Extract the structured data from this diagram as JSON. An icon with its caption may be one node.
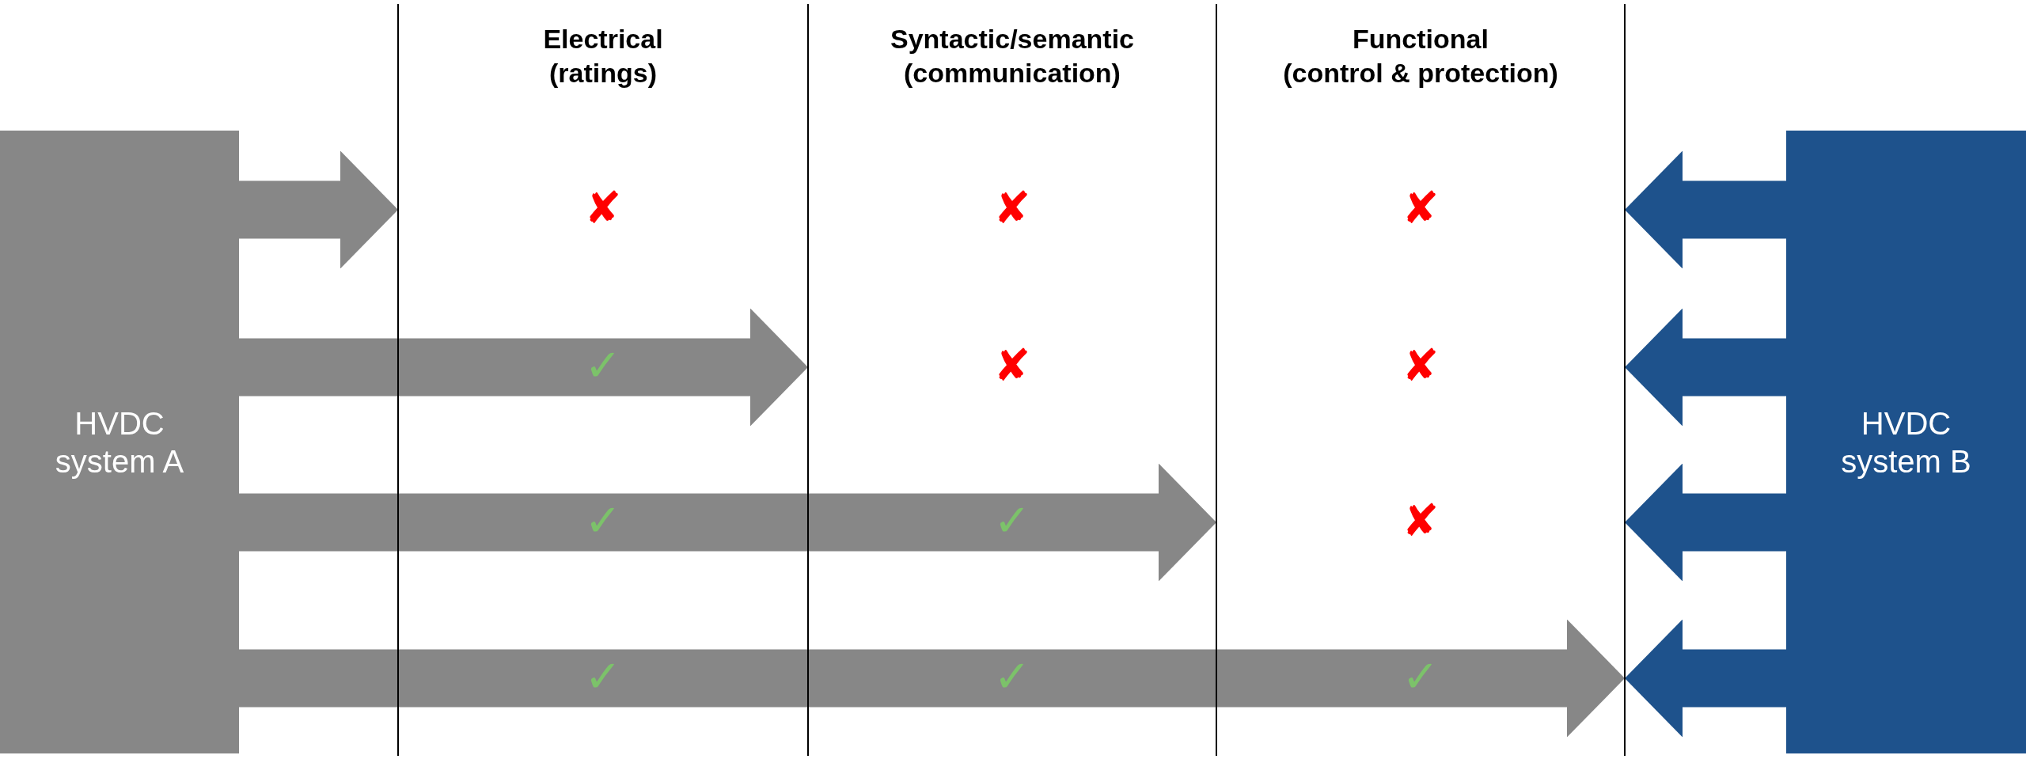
{
  "diagram": {
    "nodes": [
      {
        "text": [
          "HVDC system A"
        ]
      },
      {
        "text": [
          "HVDC system B"
        ]
      },
      {
        "text": [],
        "shape": "line"
      },
      {
        "text": [],
        "shape": "line"
      },
      {
        "text": [],
        "shape": "line"
      },
      {
        "text": [],
        "shape": "line"
      }
    ],
    "edges": [
      {
        "from": 0,
        "to": 2,
        "arrow": "to",
        "color": "#878787"
      },
      {
        "from": 0,
        "to": 3,
        "arrow": "to",
        "color": "#878787"
      },
      {
        "from": 0,
        "to": 4,
        "arrow": "to",
        "color": "#878787"
      },
      {
        "from": 0,
        "to": 5,
        "arrow": "to",
        "color": "#878787"
      },
      {
        "from": 1,
        "to": 5,
        "arrow": "to",
        "color": "#1e528c"
      },
      {
        "from": 1,
        "to": 5,
        "arrow": "to",
        "color": "#1e528c"
      },
      {
        "from": 1,
        "to": 5,
        "arrow": "to",
        "color": "#1e528c"
      },
      {
        "from": 1,
        "to": 5,
        "arrow": "to",
        "color": "#1e528c"
      }
    ],
    "labels": [
      "Electrical (ratings)",
      "Syntactic/semantic (communication)",
      "Functional (control & protection)",
      "✘",
      "✘",
      "✘",
      "✓",
      "✘",
      "✘",
      "✓",
      "✓",
      "✘",
      "✓",
      "✓",
      "✓"
    ]
  }
}
